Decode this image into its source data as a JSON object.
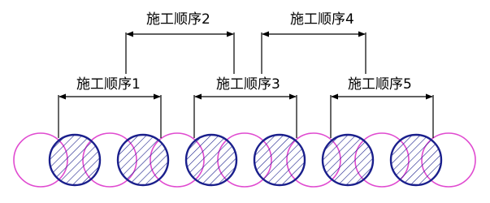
{
  "colors": {
    "line": "#000000",
    "solid_pile": "#1a1f8c",
    "hatch": "#1a1f8c",
    "open_pile": "#e04ad0",
    "background": "#ffffff"
  },
  "labels": {
    "seq1": "施工顺序1",
    "seq2": "施工顺序2",
    "seq3": "施工顺序3",
    "seq4": "施工顺序4",
    "seq5": "施工顺序5"
  },
  "piles": {
    "solid_count": 6,
    "open_count": 7,
    "open_style": "outline only",
    "solid_style": "diagonal hatch"
  }
}
